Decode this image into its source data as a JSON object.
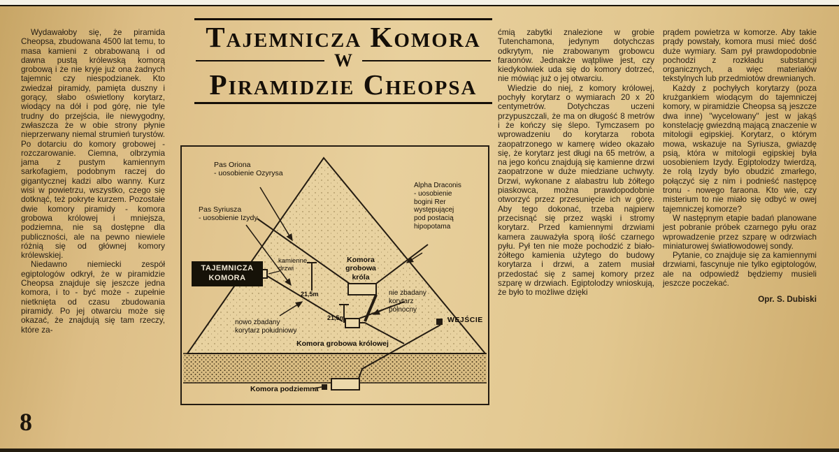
{
  "page": {
    "number": "8"
  },
  "colors": {
    "paper": "#e2c78f",
    "ink": "#241c12"
  },
  "title": {
    "line1": "Tajemnicza Komora",
    "line2": "W",
    "line3": "Piramidzie Cheopsa"
  },
  "article": {
    "col1": [
      "Wydawałoby się, że piramida Cheopsa, zbudowana 4500 lat temu, to masa kamieni z obrabowaną i od dawna pustą królewską komorą grobową i że nie kryje już ona żadnych tajemnic czy niespodzianek. Kto zwiedzał piramidy, pamięta duszny i gorący, słabo oświetlony korytarz, wiodący na dół i pod górę, nie tyle trudny do przejścia, ile niewygodny, zwłaszcza że w obie strony płynie nieprzerwany niemal strumień turystów. Po dotarciu do komory grobowej - rozczarowanie. Ciemna, olbrzymia jama z pustym kamiennym sarkofagiem, podobnym raczej do gigantycznej kadzi albo wanny. Kurz wisi w powietrzu, wszystko, czego się dotknąć, też pokryte kurzem. Pozostałe dwie komory piramidy - komora grobowa królowej i mniejsza, podziemna, nie są dostępne dla publiczności, ale na pewno niewiele różnią się od głównej komory królewskiej.",
      "Niedawno niemiecki zespół egiptologów odkrył, że w piramidzie Cheopsa znajduje się jeszcze jedna komora, i to - być może - zupełnie nietknięta od czasu zbudowania piramidy. Po jej otwarciu może się okazać, że znajdują się tam rzeczy, które za-"
    ],
    "col3": [
      "ćmią zabytki znalezione w grobie Tutenchamona, jedynym dotychczas odkrytym, nie zrabowanym grobowcu faraonów. Jednakże wątpliwe jest, czy kiedykolwiek uda się do komory dotrzeć, nie mówiąc już o jej otwarciu.",
      "Wiedzie do niej, z komory królowej, pochyły korytarz o wymiarach 20 x 20 centymetrów. Dotychczas uczeni przypuszczali, że ma on długość 8 metrów i że kończy się ślepo. Tymczasem po wprowadzeniu do korytarza robota zaopatrzonego w kamerę wideo okazało się, że korytarz jest długi na 65 metrów, a na jego końcu znajdują się kamienne drzwi zaopatrzone w duże miedziane uchwyty. Drzwi, wykonane z alabastru lub żółtego piaskowca, można prawdopodobnie otworzyć przez przesunięcie ich w górę. Aby tego dokonać, trzeba najpierw przecisnąć się przez wąski i stromy korytarz. Przed kamiennymi drzwiami kamera zauważyła sporą ilość czarnego pyłu. Pył ten nie może pochodzić z biało-żółtego kamienia użytego do budowy korytarza i drzwi, a zatem musiał przedostać się z samej komory przez szparę w drzwiach. Egiptolodzy wnioskują, że było to możliwe dzięki"
    ],
    "col4": [
      "prądem powietrza w komorze. Aby takie prądy powstały, komora musi mieć dość duże wymiary. Sam pył prawdopodobnie pochodzi z rozkładu substancji organicznych, a więc materiałów tekstylnych lub przedmiotów drewnianych.",
      "Każdy z pochyłych korytarzy (poza krużgankiem wiodącym do tajemniczej komory, w piramidzie Cheopsa są jeszcze dwa inne) \"wycelowany\" jest w jakąś konstelację gwiezdną mającą znaczenie w mitologii egipskiej. Korytarz, o którym mowa, wskazuje na Syriusza, gwiazdę psią, która w mitologii egipskiej była uosobieniem Izydy. Egiptolodzy twierdzą, że rolą Izydy było obudzić zmarłego, połączyć się z nim i podnieść następcę tronu - nowego faraona. Kto wie, czy misterium to nie miało się odbyć w owej tajemniczej komorze?",
      "W następnym etapie badań planowane jest pobranie próbek czarnego pyłu oraz wprowadzenie przez szparę w odrzwiach miniaturowej światłowodowej sondy.",
      "Pytanie, co znajduje się za kamiennymi drzwiami, fascynuje nie tylko egiptologów, ale na odpowiedź będziemy musieli jeszcze poczekać."
    ],
    "byline": "Opr. S. Dubiski"
  },
  "diagram": {
    "labels": {
      "pas_oriona": "Pas Oriona\n- uosobienie Ozyrysa",
      "pas_syriusza": "Pas Syriusza\n- uosobienie Izydy",
      "alpha_draconis": "Alpha Draconis\n- uosobienie\nbogini Rer\nwystępującej\npod postacią\nhipopotama",
      "tajemnicza_komora": "TAJEMNICZA\nKOMORA",
      "kamienne_drzwi": "kamienne\ndrzwi",
      "komora_krola": "Komora\ngrobowa\nkróla",
      "wymiar_1": "21,5m",
      "wymiar_2": "21,5m",
      "korytarz_polnocny": "nie zbadany\nkorytarz\npółnocny",
      "wejscie": "WEJŚCIE",
      "korytarz_poludniowy": "nowo zbadany\nkorytarz południowy",
      "komora_krolowej": "Komora grobowa królowej",
      "komora_podziemna": "Komora podziemna"
    }
  }
}
